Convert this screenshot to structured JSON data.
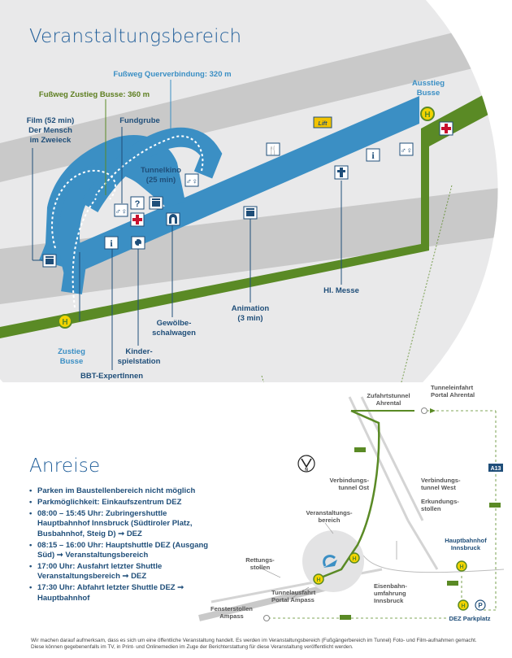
{
  "headings": {
    "venue": "Veranstaltungsbereich",
    "travel": "Anreise"
  },
  "venue_map": {
    "labels": {
      "walkway_cross": "Fußweg Querverbindung: 320 m",
      "walkway_bus": "Fußweg Zustieg Busse: 360 m",
      "film": "Film (52 min)\nDer Mensch\nim Zweieck",
      "lostfound": "Fundgrube",
      "tunnelcinema": "Tunnelkino\n(25 min)",
      "exit_bus": "Ausstieg\nBusse",
      "board_bus": "Zustieg\nBusse",
      "experts": "BBT-ExpertInnen",
      "kids": "Kinder-\nspielstation",
      "vault": "Gewölbe-\nschalwagen",
      "animation": "Animation\n(3 min)",
      "mass": "Hl. Messe"
    },
    "icons": {
      "bus_stop": "H",
      "info": "i",
      "question": "?",
      "lift_logo": "Lift"
    },
    "colors": {
      "tunnel": "#3b8fc4",
      "road": "#5a8a25",
      "ground": "#c9c9c9",
      "disk": "#e9e9ea",
      "first_aid": "#c8102e"
    }
  },
  "anreise": {
    "items": [
      "Parken im Baustellenbereich nicht möglich",
      "Parkmöglichkeit: Einkaufszentrum DEZ",
      "08:00 – 15:45 Uhr: Zubringershuttle Hauptbahnhof Innsbruck (Südtiroler Platz, Busbahnhof, Steig D) ➞ DEZ",
      "08:15 – 16:00 Uhr: Hauptshuttle DEZ (Ausgang Süd) ➞ Veranstaltungsbereich",
      "17:00 Uhr: Ausfahrt letzter Shuttle Veranstaltungsbereich ➞ DEZ",
      "17:30 Uhr: Abfahrt letzter Shuttle DEZ ➞ Hauptbahnhof"
    ]
  },
  "overview_map": {
    "labels": {
      "access_tunnel": "Zufahrtstunnel\nAhrental",
      "portal_ahrental": "Tunneleinfahrt\nPortal Ahrental",
      "connect_east": "Verbindungs-\ntunnel Ost",
      "connect_west": "Verbindungs-\ntunnel West",
      "exploration": "Erkundungs-\nstollen",
      "event_area": "Veranstaltungs-\nbereich",
      "rescue": "Rettungs-\nstollen",
      "portal_ampass": "Tunnelausfahrt\nPortal Ampass",
      "window": "Fensterstollen\nAmpass",
      "bypass": "Eisenbahn-\numfahrung\nInnsbruck",
      "hbf": "Hauptbahnhof\nInnsbruck",
      "dez": "DEZ Parkplatz",
      "highway": "A13",
      "parking": "P",
      "compass": "N"
    }
  },
  "disclaimer": "Wir machen darauf aufmerksam, dass es sich um eine öffentliche Veranstaltung handelt. Es werden im Veranstaltungsbereich (Fußgängerbereich im Tunnel) Foto- und Film-aufnahmen gemacht. Diese können gegebenenfalls im TV, in Print- und Onlinemedien im Zuge der Berichterstattung für diese Veranstaltung veröffentlicht werden."
}
